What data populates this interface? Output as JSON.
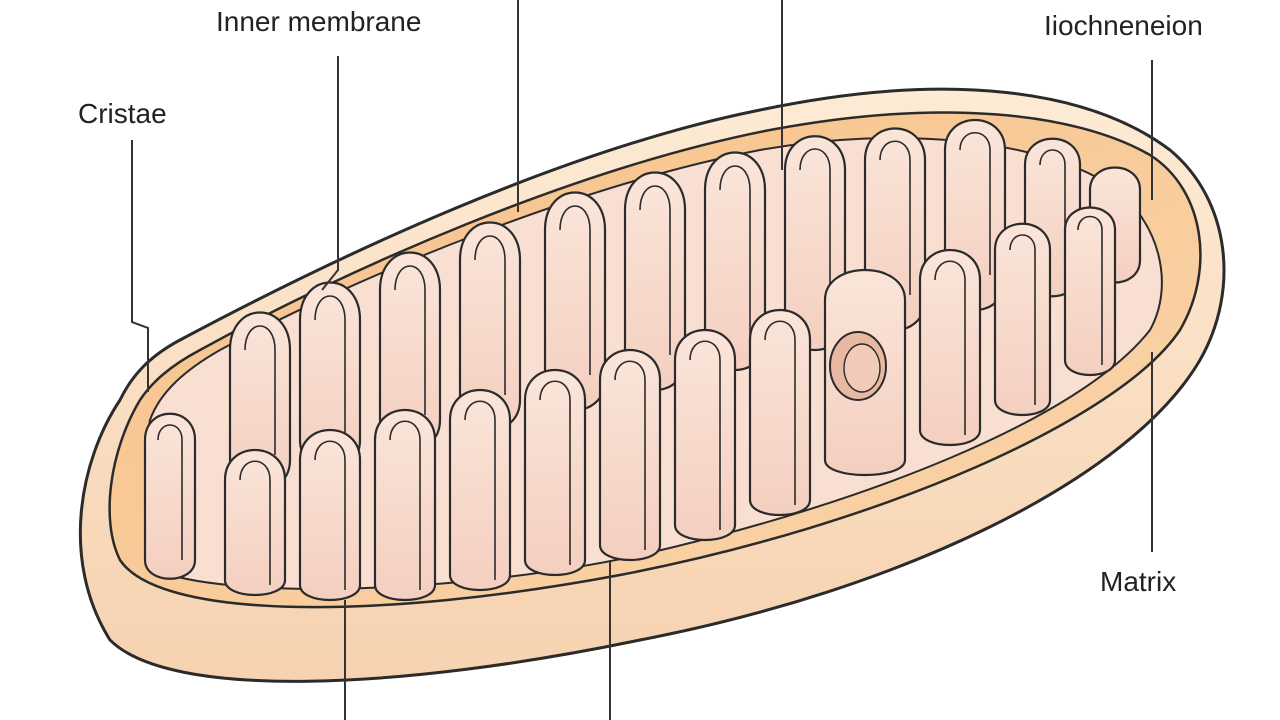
{
  "labels": {
    "inner_membrane": "Inner membrane",
    "cristae": "Cristae",
    "mitochondrion": "Iiochneneion",
    "matrix": "Matrix"
  },
  "colors": {
    "outer_membrane_fill": "#fbe2c6",
    "outer_membrane_stroke": "#2b2b2b",
    "intermembrane_space": "#f7c48e",
    "cristae_fill": "#f8dccd",
    "cristae_stroke": "#2b2b2b",
    "leader_line": "#333333"
  }
}
